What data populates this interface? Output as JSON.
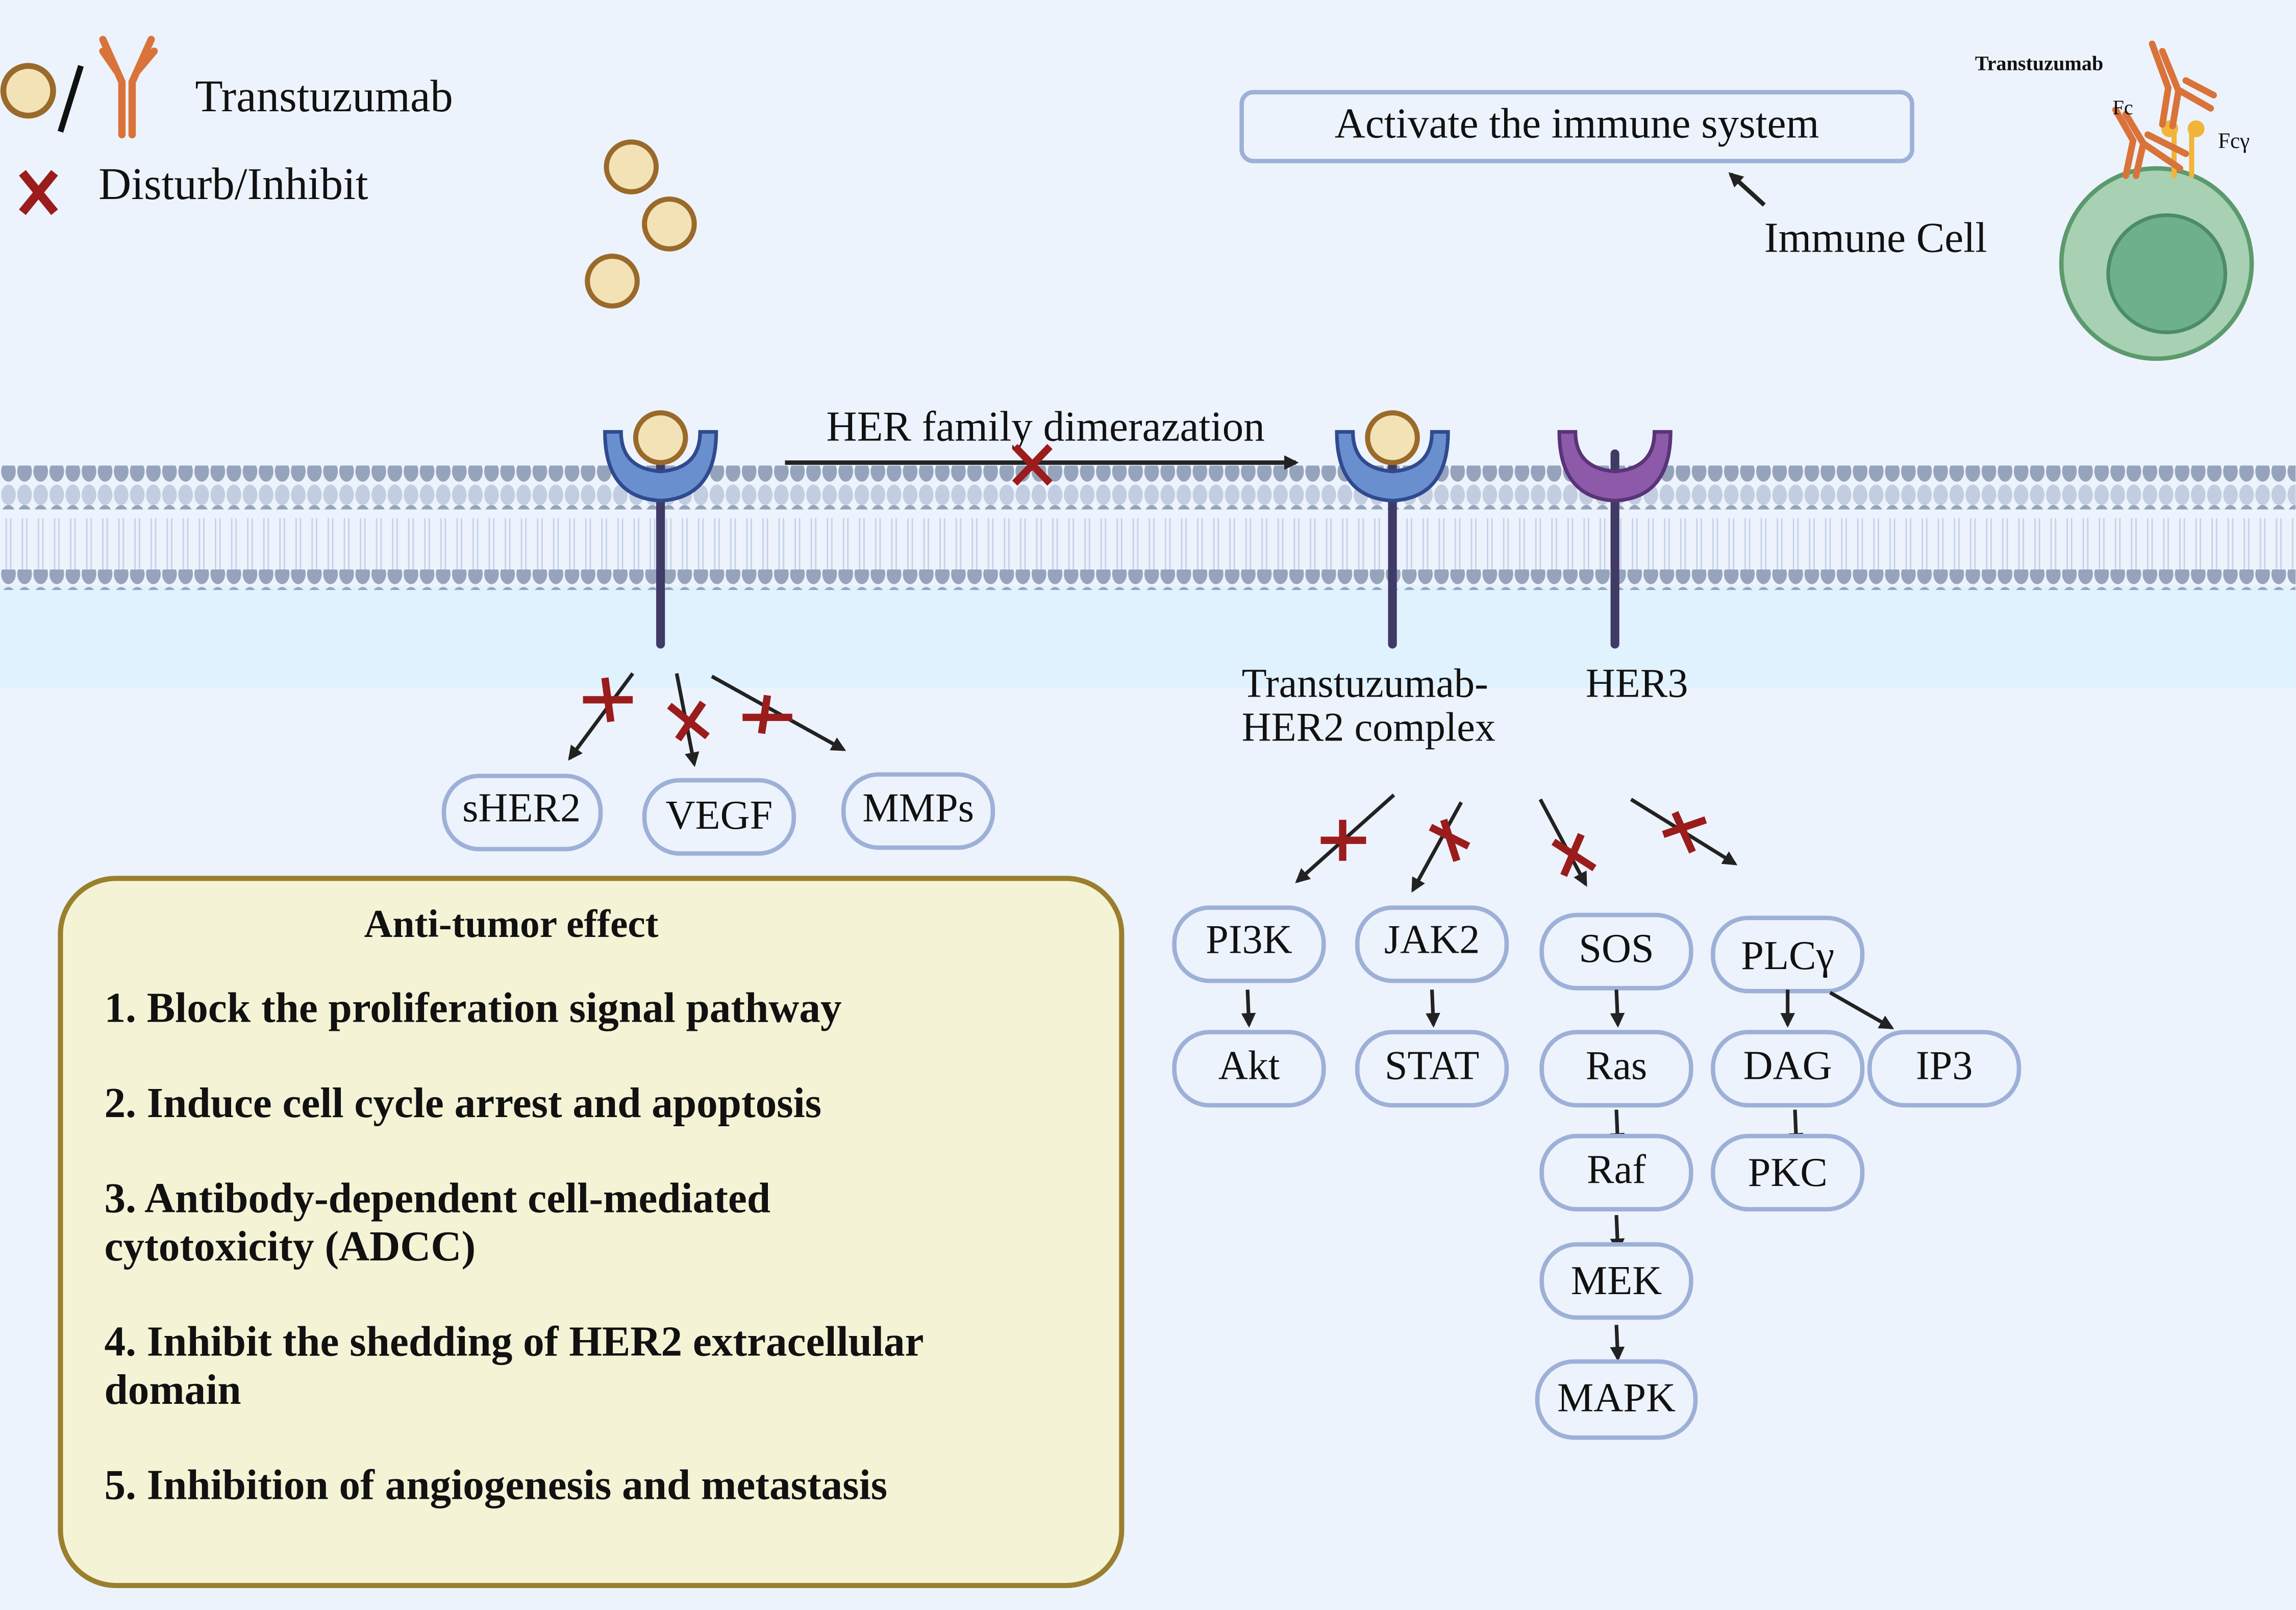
{
  "legend": {
    "drug_label": "Transtuzumab",
    "inhibit_label": "Disturb/Inhibit"
  },
  "immune": {
    "box_label": "Activate the immune system",
    "cell_label": "Immune Cell",
    "antibody_label": "Transtuzumab",
    "fc_label": "Fc",
    "fcg_label": "Fcγ"
  },
  "membrane": {
    "dimerization_label": "HER family dimerazation",
    "complex_label_line1": "Transtuzumab-",
    "complex_label_line2": "HER2 complex",
    "her3_label": "HER3"
  },
  "shedding_targets": [
    "sHER2",
    "VEGF",
    "MMPs"
  ],
  "pathways": {
    "pi3k": [
      "PI3K",
      "Akt"
    ],
    "jak": [
      "JAK2",
      "STAT"
    ],
    "sos": [
      "SOS",
      "Ras",
      "Raf",
      "MEK",
      "MAPK"
    ],
    "plc": [
      "PLCγ",
      "DAG",
      "IP3",
      "PKC"
    ]
  },
  "effects": {
    "title": "Anti-tumor effect",
    "items": [
      "1. Block the proliferation signal pathway",
      "2. Induce cell cycle arrest and apoptosis",
      "3. Antibody-dependent cell-mediated",
      "cytotoxicity (ADCC)",
      "4. Inhibit the shedding of HER2 extracellular",
      "domain",
      "5. Inhibition of angiogenesis and metastasis"
    ]
  },
  "colors": {
    "background": "#edf3fc",
    "inhibit": "#9b1c1c",
    "drug_fill": "#f3e2b6",
    "drug_stroke": "#9a6a2a",
    "antibody": "#d9733a",
    "her2": "#6a8fcf",
    "her3": "#8c5aa8",
    "node_stroke": "#9db0d8",
    "effect_fill": "#f5f3d6",
    "effect_stroke": "#9a7f2e"
  }
}
